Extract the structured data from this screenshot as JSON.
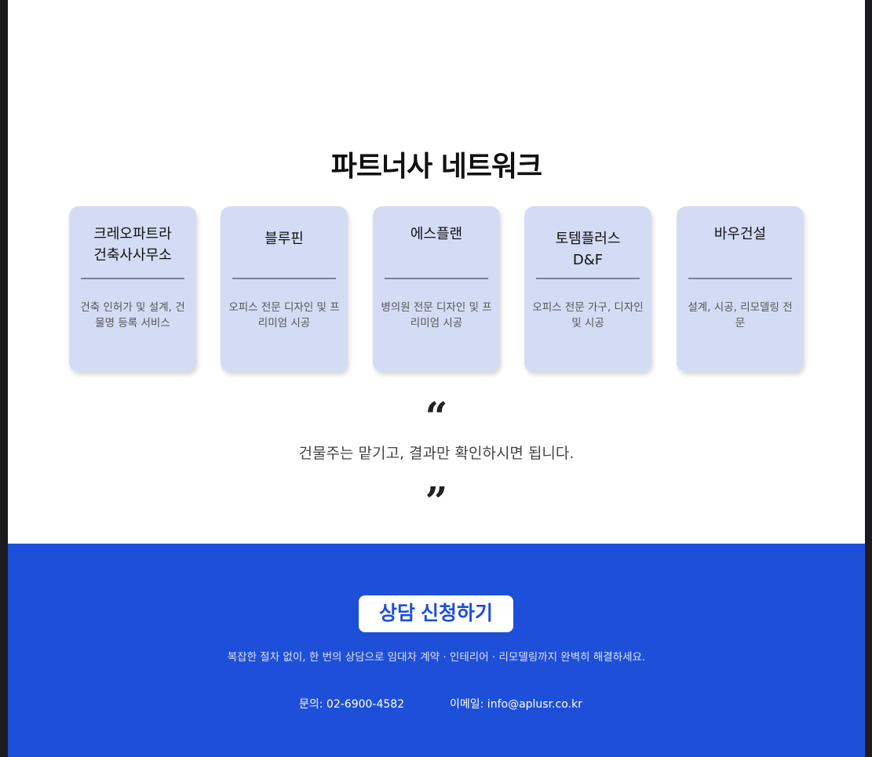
{
  "top_quote_close": "”",
  "title": "파트너사 네트워크",
  "partners": [
    {
      "name": "크레오파트라\n건축사사무소",
      "desc": "건축 인허가 및 설계, 건물명 등록 서비스"
    },
    {
      "name": "블루핀",
      "desc": "오피스 전문 디자인 및 프리미엄 시공"
    },
    {
      "name": "에스플랜",
      "desc": "병의원 전문 디자인 및 프리미엄 시공"
    },
    {
      "name": "토템플러스\nD&F",
      "desc": "오피스 전문 가구, 디자인 및 시공"
    },
    {
      "name": "바우건설",
      "desc": "설계, 시공, 리모델링 전문"
    }
  ],
  "quote_open": "“",
  "slogan": "건물주는 맡기고, 결과만 확인하시면 됩니다.",
  "quote_close": "”",
  "footer": {
    "cta": "상담 신청하기",
    "sub": "복잡한 절차 없이, 한 번의 상담으로 임대차 계약 · 인테리어 · 리모델링까지 완벽히 해결하세요.",
    "phone": "문의: 02-6900-4582",
    "email": "이메일: info@aplusr.co.kr"
  },
  "colors": {
    "footer_bg": "#1e4fd8",
    "card_bg": "#d4dcf5"
  }
}
